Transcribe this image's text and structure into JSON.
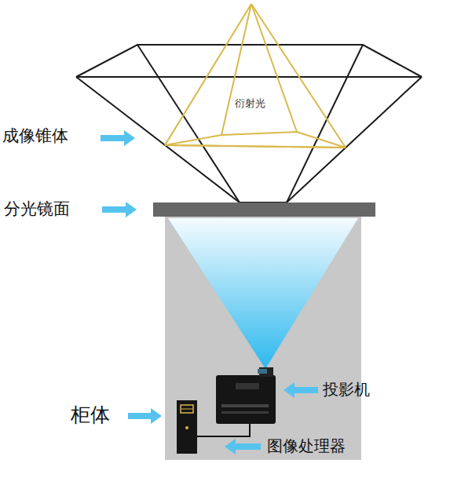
{
  "diagram": {
    "labels": [
      "成像锥体",
      "衍射光",
      "分光镜面",
      "投影机",
      "柜体",
      "图像处理器"
    ]
  }
}
